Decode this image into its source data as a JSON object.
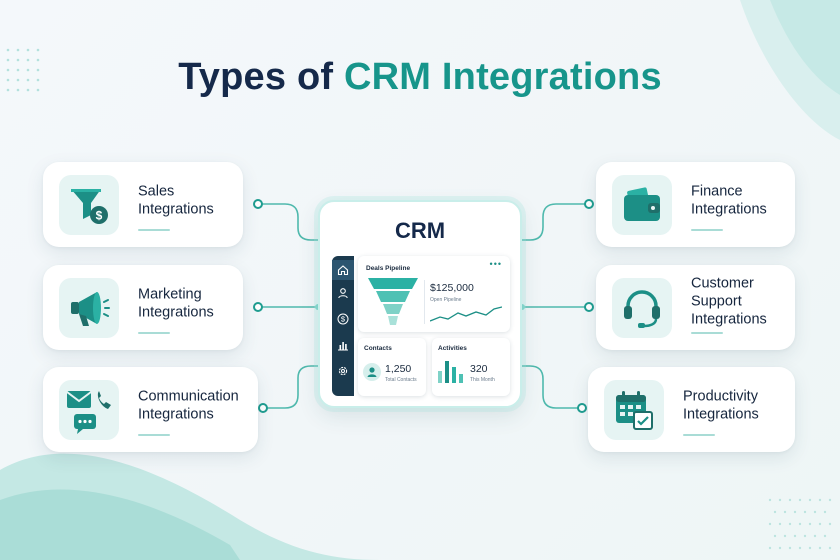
{
  "title": {
    "part1": "Types of",
    "part2": "CRM Integrations"
  },
  "colors": {
    "accent": "#17958b",
    "dark": "#15294a",
    "sidebar": "#1b3a4e",
    "tile": "#e6f4f3"
  },
  "left_cards": [
    {
      "line1": "Sales",
      "line2": "Integrations",
      "icon": "funnel-dollar-icon"
    },
    {
      "line1": "Marketing",
      "line2": "Integrations",
      "icon": "megaphone-icon"
    },
    {
      "line1": "Communication",
      "line2": "Integrations",
      "icon": "mail-phone-chat-icon"
    }
  ],
  "right_cards": [
    {
      "line1": "Finance",
      "line2": "Integrations",
      "icon": "wallet-icon"
    },
    {
      "line1": "Customer Support",
      "line2": "Integrations",
      "icon": "headset-icon"
    },
    {
      "line1": "Productivity",
      "line2": "Integrations",
      "icon": "calendar-check-icon"
    }
  ],
  "crm": {
    "title": "CRM",
    "sidebar_icons": [
      "home-icon",
      "user-icon",
      "dollar-icon",
      "bar-chart-icon",
      "settings-icon"
    ],
    "pipeline": {
      "title": "Deals Pipeline",
      "value": "$125,000",
      "sub": "Open Pipeline",
      "menu": "•••"
    },
    "contacts": {
      "title": "Contacts",
      "value": "1,250",
      "sub": "Total Contacts"
    },
    "activities": {
      "title": "Activities",
      "value": "320",
      "sub": "This Month"
    }
  }
}
